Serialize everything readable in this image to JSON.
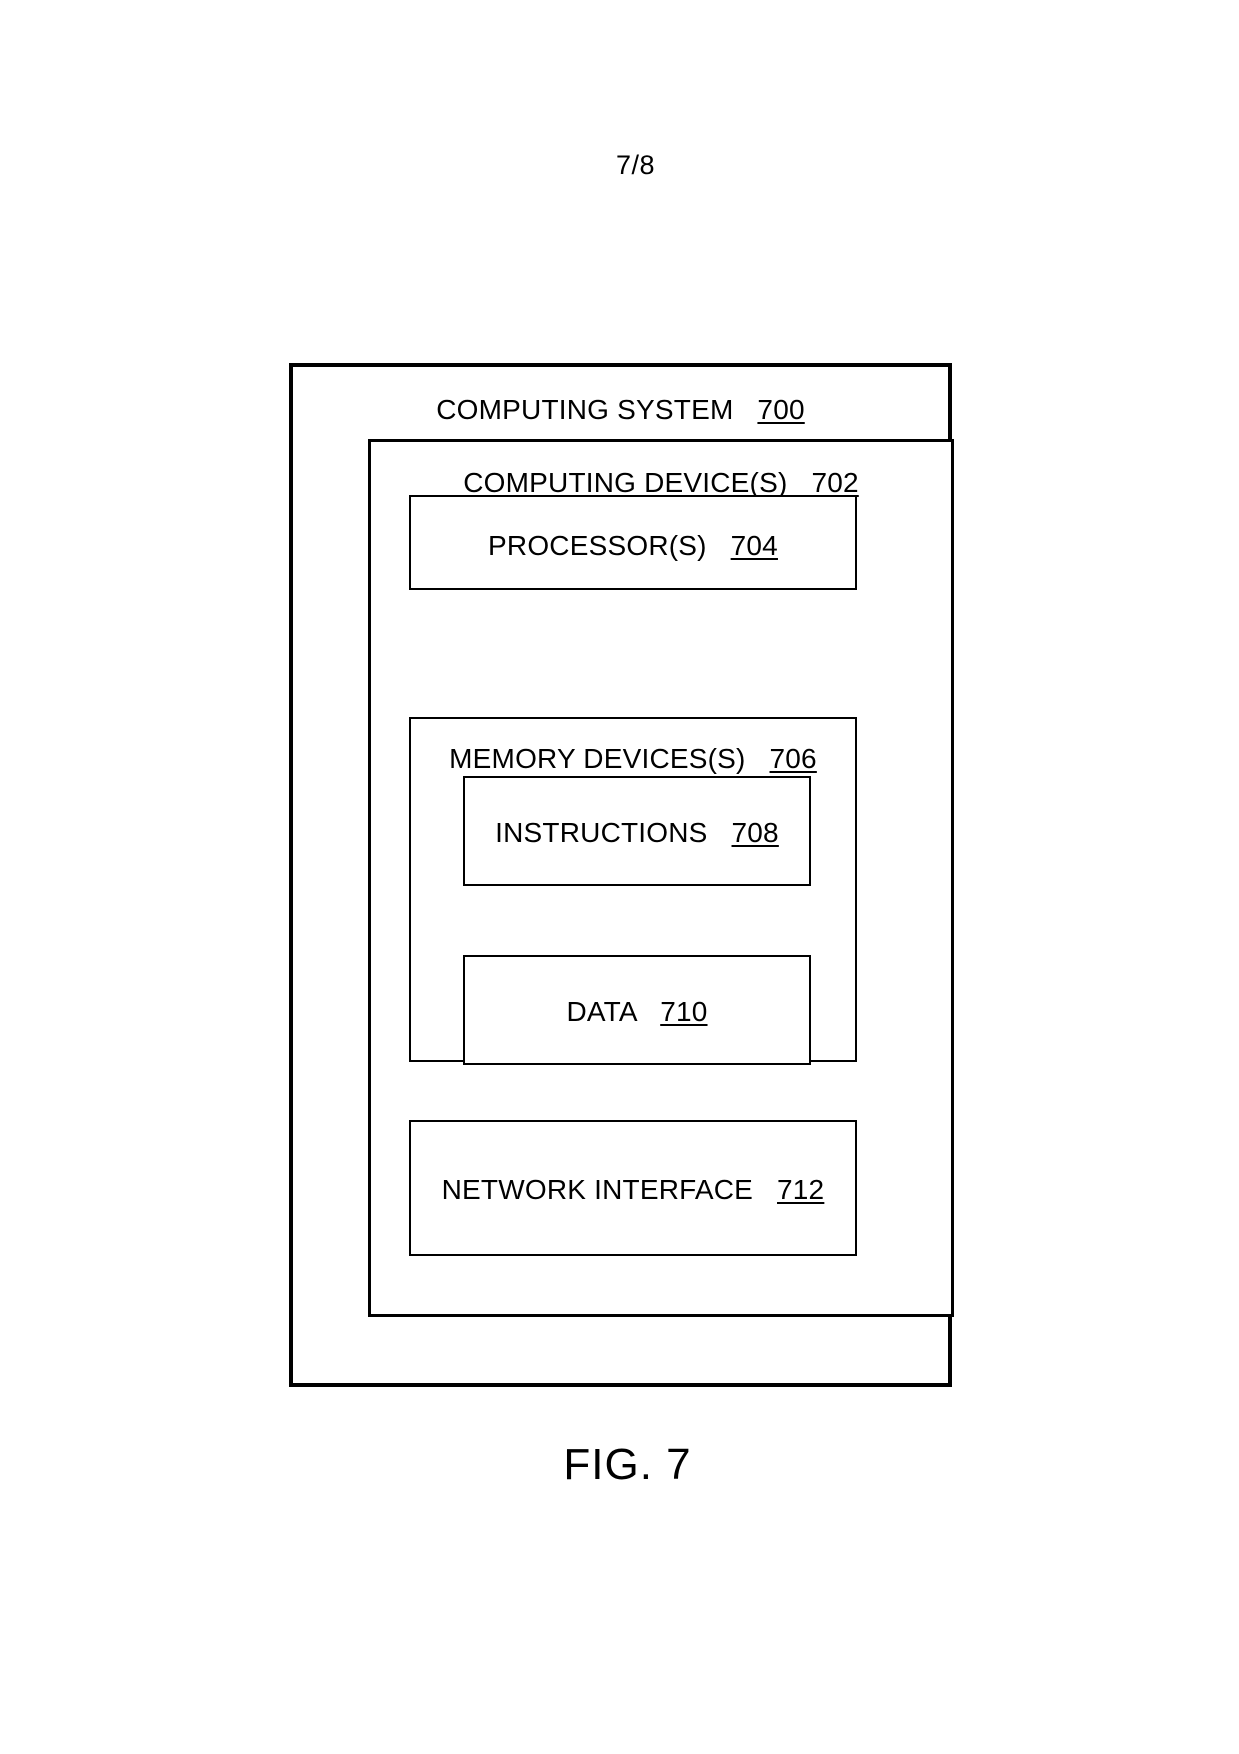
{
  "page": {
    "number_label": "7/8",
    "figure_caption": "FIG. 7",
    "background_color": "#ffffff",
    "line_color": "#000000"
  },
  "diagram": {
    "computing_system": {
      "label": "COMPUTING SYSTEM",
      "ref": "700",
      "computing_devices": {
        "label": "COMPUTING DEVICE(S)",
        "ref": "702",
        "processors": {
          "label": "PROCESSOR(S)",
          "ref": "704"
        },
        "memory_devices": {
          "label": "MEMORY DEVICES(S)",
          "ref": "706",
          "instructions": {
            "label": "INSTRUCTIONS",
            "ref": "708"
          },
          "data": {
            "label": "DATA",
            "ref": "710"
          }
        },
        "network_interface": {
          "label": "NETWORK INTERFACE",
          "ref": "712"
        }
      }
    }
  }
}
